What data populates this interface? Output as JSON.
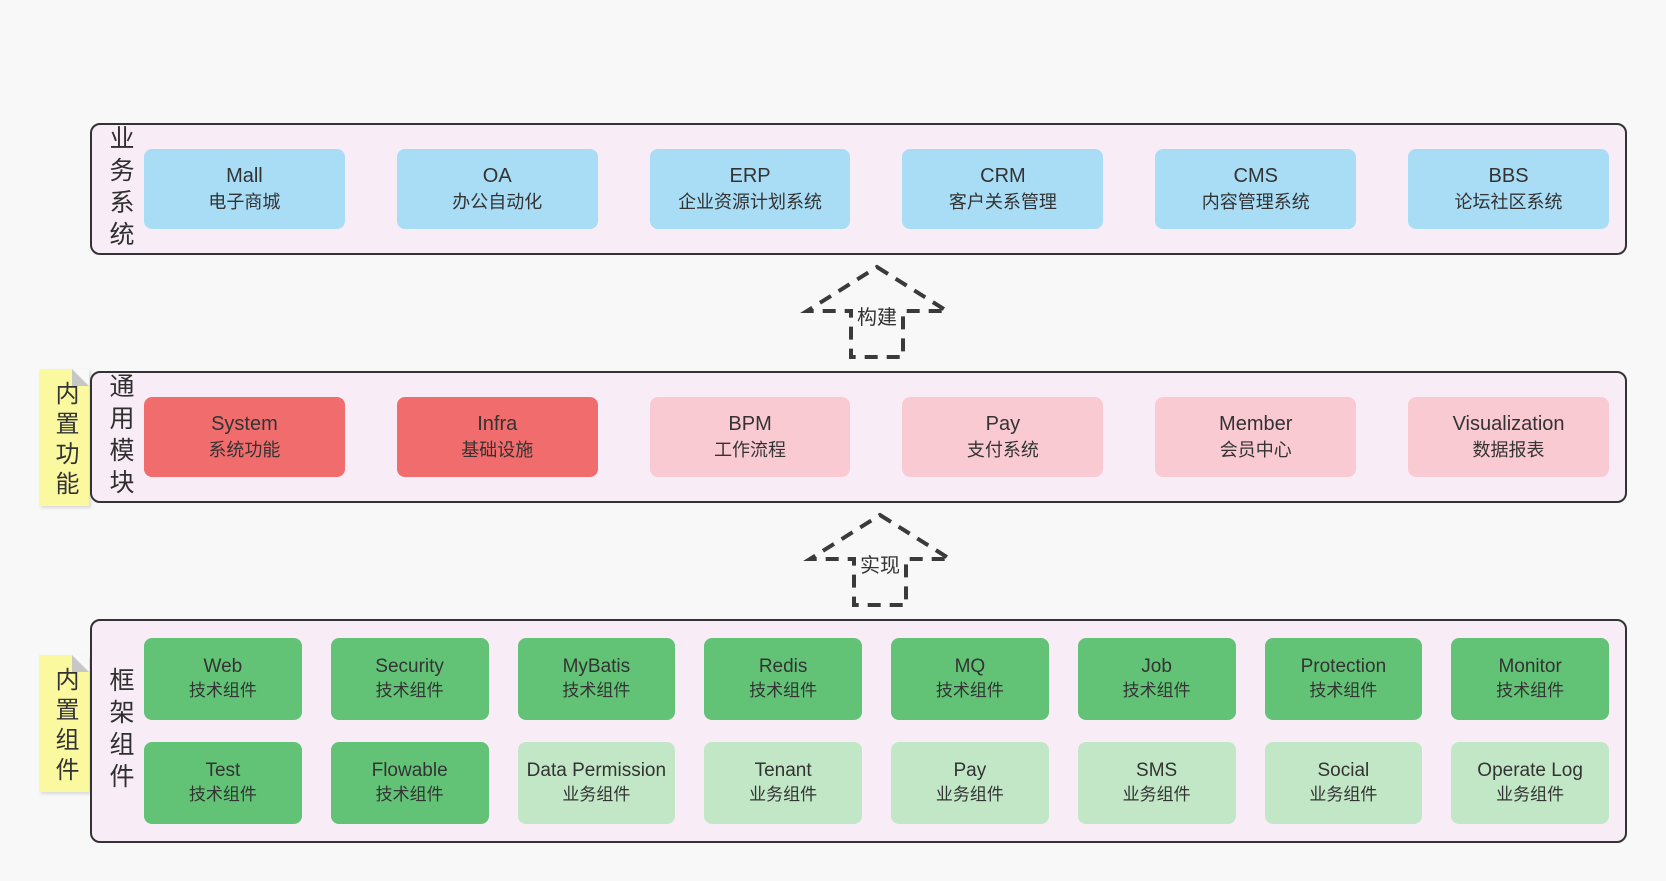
{
  "colors": {
    "page_bg": "#f8f8f8",
    "panel_bg": "#f8edf6",
    "panel_border": "#333333",
    "blue": "#a9dcf5",
    "red": "#f16c6d",
    "pink": "#facad3",
    "green_dark": "#62c376",
    "green_light": "#c2e7c6",
    "sticky_yellow": "#fbf9a0",
    "text": "#333333"
  },
  "arrows": {
    "build_label": "构建",
    "implement_label": "实现"
  },
  "business": {
    "label": "业务系统",
    "boxes": [
      {
        "title": "Mall",
        "subtitle": "电子商城"
      },
      {
        "title": "OA",
        "subtitle": "办公自动化"
      },
      {
        "title": "ERP",
        "subtitle": "企业资源计划系统"
      },
      {
        "title": "CRM",
        "subtitle": "客户关系管理"
      },
      {
        "title": "CMS",
        "subtitle": "内容管理系统"
      },
      {
        "title": "BBS",
        "subtitle": "论坛社区系统"
      }
    ]
  },
  "modules": {
    "label": "通用模块",
    "sticky": "内置功能",
    "boxes": [
      {
        "title": "System",
        "subtitle": "系统功能"
      },
      {
        "title": "Infra",
        "subtitle": "基础设施"
      },
      {
        "title": "BPM",
        "subtitle": "工作流程"
      },
      {
        "title": "Pay",
        "subtitle": "支付系统"
      },
      {
        "title": "Member",
        "subtitle": "会员中心"
      },
      {
        "title": "Visualization",
        "subtitle": "数据报表"
      }
    ]
  },
  "components": {
    "label": "框架组件",
    "sticky": "内置组件",
    "row1": [
      {
        "title": "Web",
        "subtitle": "技术组件"
      },
      {
        "title": "Security",
        "subtitle": "技术组件"
      },
      {
        "title": "MyBatis",
        "subtitle": "技术组件"
      },
      {
        "title": "Redis",
        "subtitle": "技术组件"
      },
      {
        "title": "MQ",
        "subtitle": "技术组件"
      },
      {
        "title": "Job",
        "subtitle": "技术组件"
      },
      {
        "title": "Protection",
        "subtitle": "技术组件"
      },
      {
        "title": "Monitor",
        "subtitle": "技术组件"
      }
    ],
    "row2": [
      {
        "title": "Test",
        "subtitle": "技术组件"
      },
      {
        "title": "Flowable",
        "subtitle": "技术组件"
      },
      {
        "title": "Data Permission",
        "subtitle": "业务组件"
      },
      {
        "title": "Tenant",
        "subtitle": "业务组件"
      },
      {
        "title": "Pay",
        "subtitle": "业务组件"
      },
      {
        "title": "SMS",
        "subtitle": "业务组件"
      },
      {
        "title": "Social",
        "subtitle": "业务组件"
      },
      {
        "title": "Operate Log",
        "subtitle": "业务组件"
      }
    ]
  }
}
